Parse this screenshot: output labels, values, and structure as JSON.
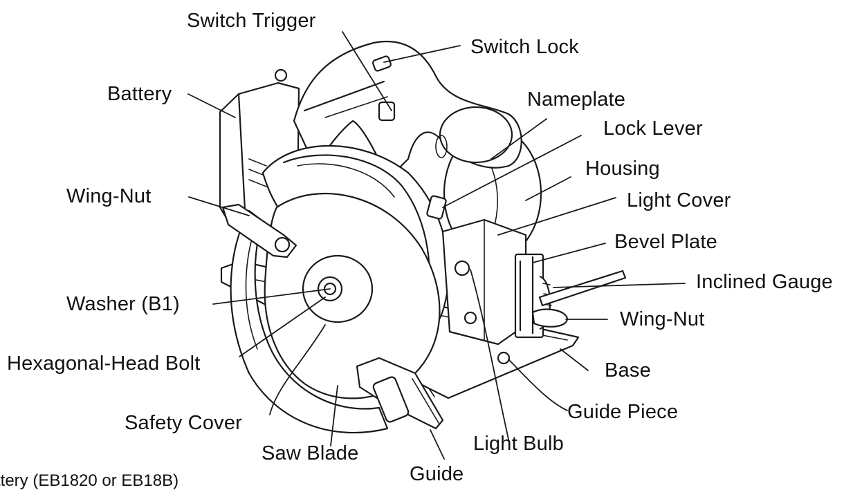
{
  "diagram": {
    "labels": {
      "switch_trigger": "Switch Trigger",
      "switch_lock": "Switch Lock",
      "battery": "Battery",
      "nameplate": "Nameplate",
      "lock_lever": "Lock Lever",
      "housing": "Housing",
      "wing_nut_left": "Wing-Nut",
      "light_cover": "Light Cover",
      "bevel_plate": "Bevel Plate",
      "inclined_gauge": "Inclined Gauge",
      "washer": "Washer (B1)",
      "wing_nut_right": "Wing-Nut",
      "hex_bolt": "Hexagonal-Head Bolt",
      "base": "Base",
      "guide_piece": "Guide Piece",
      "safety_cover": "Safety Cover",
      "saw_blade": "Saw Blade",
      "light_bulb": "Light Bulb",
      "guide": "Guide"
    },
    "caption": "ttery (EB1820 or EB18B)"
  }
}
